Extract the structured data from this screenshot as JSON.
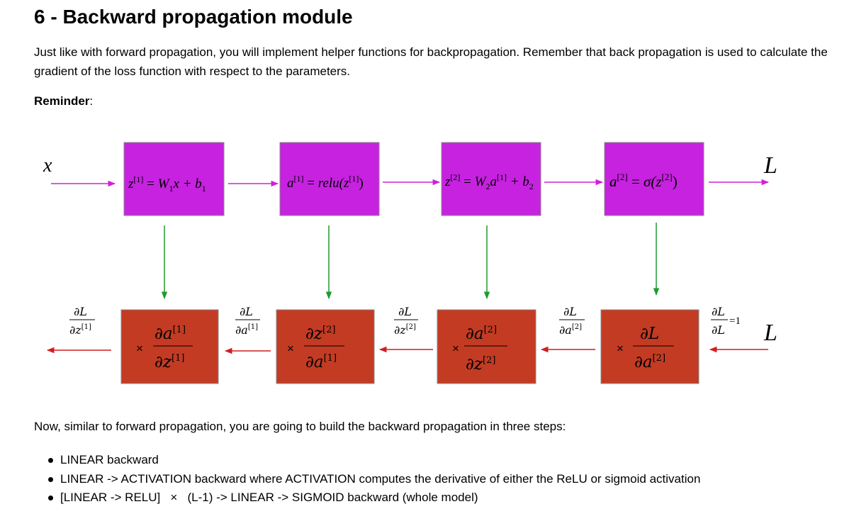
{
  "heading": "6 - Backward propagation module",
  "intro": "Just like with forward propagation, you will implement helper functions for backpropagation. Remember that back propagation is used to calculate the gradient of the loss function with respect to the parameters.",
  "reminder": {
    "label": "Reminder",
    "suffix": ":"
  },
  "diagram": {
    "input_label": "x",
    "output_label": "L",
    "forward_boxes": [
      {
        "lhs": "z",
        "lhs_sup": "[1]",
        "eq": " = ",
        "rhs_main": "W",
        "rhs_sub": "1",
        "rhs_rest": "x + b",
        "rhs_sub2": "1"
      },
      {
        "lhs": "a",
        "lhs_sup": "[1]",
        "eq": " = ",
        "rhs_text": "relu(z",
        "rhs_sup": "[1]",
        "rhs_end": ")"
      },
      {
        "lhs": "z",
        "lhs_sup": "[2]",
        "eq": " = ",
        "rhs_main": "W",
        "rhs_sub": "2",
        "rhs_a": "a",
        "rhs_a_sup": "[1]",
        "rhs_rest": " + b",
        "rhs_sub2": "2"
      },
      {
        "lhs": "a",
        "lhs_sup": "[2]",
        "eq": " = ",
        "rhs_text": "σ(z",
        "rhs_sup": "[2]",
        "rhs_end": ")"
      }
    ],
    "backward_boxes": [
      {
        "times": "×",
        "num": "∂a",
        "num_sup": "[1]",
        "den": "∂z",
        "den_sup": "[1]"
      },
      {
        "times": "×",
        "num": "∂z",
        "num_sup": "[2]",
        "den": "∂a",
        "den_sup": "[1]"
      },
      {
        "times": "×",
        "num": "∂a",
        "num_sup": "[2]",
        "den": "∂z",
        "den_sup": "[2]"
      },
      {
        "times": "×",
        "num": "∂L",
        "num_sup": "",
        "den": "∂a",
        "den_sup": "[2]"
      }
    ],
    "gradients": [
      {
        "num": "∂L",
        "den": "∂z",
        "den_sup": "[1]"
      },
      {
        "num": "∂L",
        "den": "∂a",
        "den_sup": "[1]"
      },
      {
        "num": "∂L",
        "den": "∂z",
        "den_sup": "[2]"
      },
      {
        "num": "∂L",
        "den": "∂a",
        "den_sup": "[2]"
      },
      {
        "num": "∂L",
        "den": "∂L",
        "den_sup": "",
        "eq": "=1"
      }
    ],
    "colors": {
      "forward_box": "#c622e0",
      "backward_box": "#c33b23",
      "forward_arrow": "#d020d8",
      "down_arrow": "#1f9a2f",
      "backward_arrow": "#d41c1c"
    }
  },
  "steps_intro": "Now, similar to forward propagation, you are going to build the backward propagation in three steps:",
  "steps": [
    "LINEAR backward",
    "LINEAR -> ACTIVATION backward where ACTIVATION computes the derivative of either the ReLU or sigmoid activation",
    "[LINEAR -> RELU]   ×   (L-1) -> LINEAR -> SIGMOID backward (whole model)"
  ]
}
